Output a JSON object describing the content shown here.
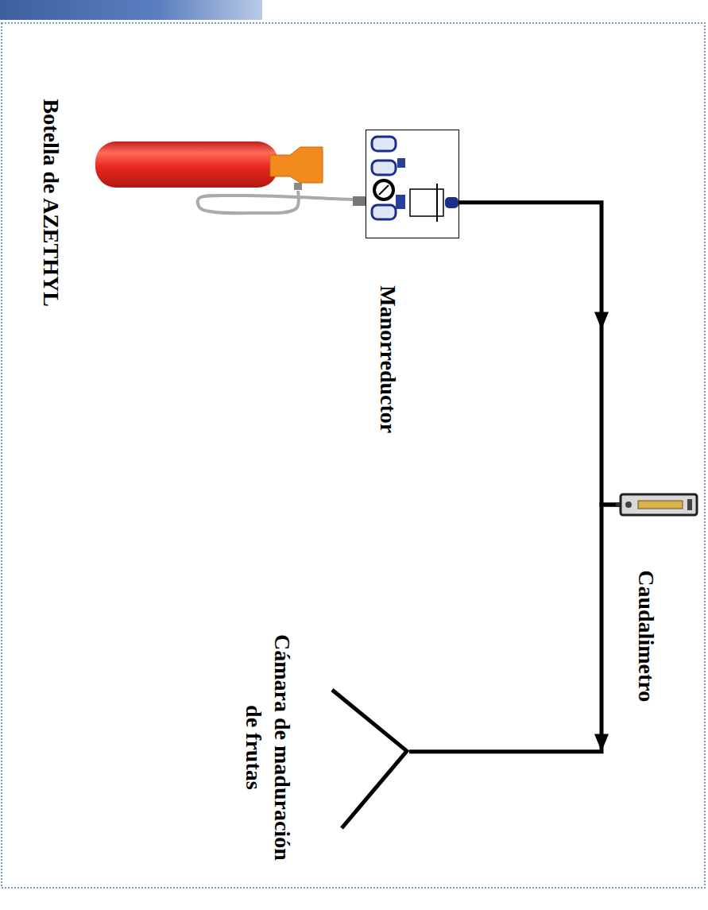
{
  "diagram": {
    "nodes": [
      {
        "text": [
          "Botella de AZETHYL"
        ]
      },
      {
        "text": [
          "Manorreductor"
        ]
      },
      {
        "text": [
          "Caudalimetro"
        ]
      },
      {
        "text": [
          "Cámara de maduración de frutas"
        ]
      }
    ],
    "edges": [
      {
        "from": 0,
        "to": 1,
        "arrow": "none"
      },
      {
        "from": 1,
        "to": 2,
        "arrow": "to"
      },
      {
        "from": 2,
        "to": 3,
        "arrow": "to"
      }
    ]
  }
}
